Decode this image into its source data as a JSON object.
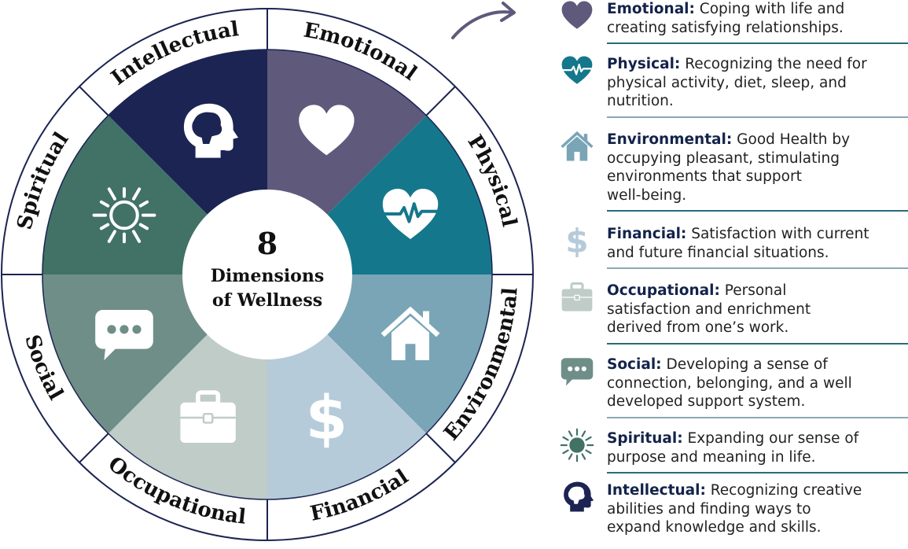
{
  "center": {
    "number": "8",
    "line1": "Dimensions",
    "line2": "of Wellness"
  },
  "colors": {
    "intellectual": "#1b2452",
    "emotional": "#5f597c",
    "physical": "#15778b",
    "environmental": "#79a5b6",
    "financial": "#b6cbd9",
    "occupational": "#bfccc7",
    "social": "#6f8e87",
    "spiritual": "#427166"
  },
  "wheel": [
    {
      "key": "intellectual",
      "label": "Intellectual",
      "icon": "head-icon"
    },
    {
      "key": "emotional",
      "label": "Emotional",
      "icon": "heart-icon"
    },
    {
      "key": "physical",
      "label": "Physical",
      "icon": "heartbeat-icon"
    },
    {
      "key": "environmental",
      "label": "Environmental",
      "icon": "house-icon"
    },
    {
      "key": "financial",
      "label": "Financial",
      "icon": "dollar-icon"
    },
    {
      "key": "occupational",
      "label": "Occupational",
      "icon": "briefcase-icon"
    },
    {
      "key": "social",
      "label": "Social",
      "icon": "chat-bubble-icon"
    },
    {
      "key": "spiritual",
      "label": "Spiritual",
      "icon": "sun-icon"
    }
  ],
  "legend": [
    {
      "key": "emotional",
      "icon": "heart-icon",
      "title": "Emotional:",
      "lines": [
        "Coping with life and",
        "creating satisfying relationships."
      ]
    },
    {
      "key": "physical",
      "icon": "heartbeat-icon",
      "title": "Physical:",
      "lines": [
        "Recognizing the need for",
        "physical activity, diet, sleep, and",
        "nutrition."
      ]
    },
    {
      "key": "environmental",
      "icon": "house-icon",
      "title": "Environmental:",
      "lines": [
        "Good Health by",
        "occupying pleasant, stimulating",
        "environments that support",
        "well-being."
      ]
    },
    {
      "key": "financial",
      "icon": "dollar-icon",
      "title": "Financial:",
      "lines": [
        "Satisfaction with current",
        "and future financial situations."
      ]
    },
    {
      "key": "occupational",
      "icon": "briefcase-icon",
      "title": "Occupational:",
      "lines": [
        "Personal",
        "satisfaction and enrichment",
        "derived from one’s work."
      ]
    },
    {
      "key": "social",
      "icon": "chat-bubble-icon",
      "title": "Social:",
      "lines": [
        "Developing a sense of",
        "connection, belonging, and a well",
        "developed support system."
      ]
    },
    {
      "key": "spiritual",
      "icon": "sun-icon",
      "title": "Spiritual:",
      "lines": [
        "Expanding our sense of",
        "purpose and meaning in life."
      ]
    },
    {
      "key": "intellectual",
      "icon": "head-icon",
      "title": "Intellectual:",
      "lines": [
        "Recognizing creative",
        "abilities and finding ways to",
        "expand knowledge and skills."
      ]
    }
  ]
}
